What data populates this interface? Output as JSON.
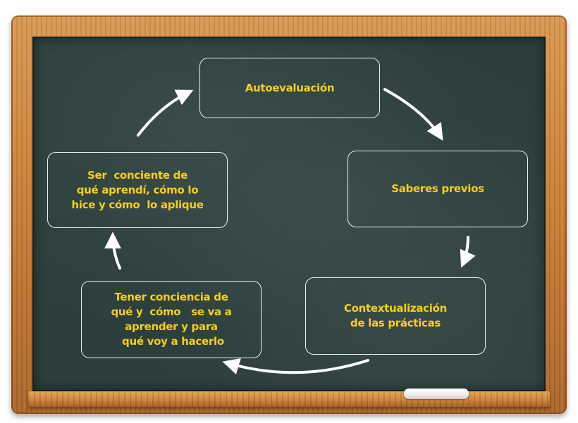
{
  "nodes": {
    "autoevaluacion": "Autoevaluación",
    "saberes_previos": "Saberes previos",
    "contextualizacion": "Contextualización\nde las prácticas",
    "tener_conciencia": "Tener conciencia de\nqué y  cómo   se va a\naprender y para\n qué voy a hacerlo",
    "ser_conciente": "Ser  conciente de\nqué aprendí, cómo lo\nhice y cómo  lo aplique"
  },
  "colors": {
    "text": "#f6cf1c",
    "board": "#2c3f3c",
    "frame": "#c57c34",
    "stroke": "#ffffff"
  }
}
